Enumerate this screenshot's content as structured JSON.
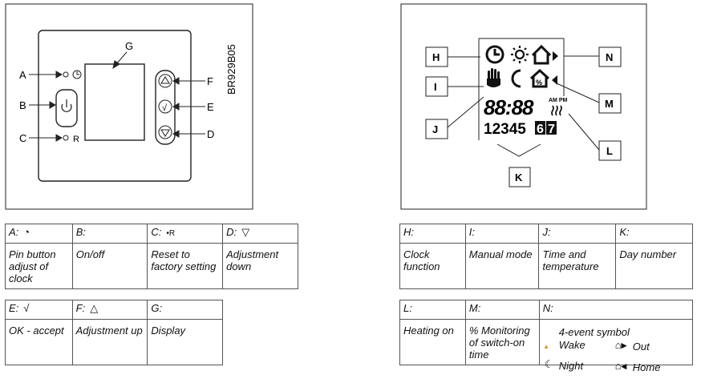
{
  "device_diagram": {
    "labels": {
      "a": "A",
      "b": "B",
      "c": "C",
      "d": "D",
      "e": "E",
      "f": "F",
      "g": "G"
    },
    "side_code": "BR929B05",
    "reset_mark": "R"
  },
  "display_diagram": {
    "labels": {
      "h": "H",
      "i": "I",
      "j": "J",
      "k": "K",
      "l": "L",
      "m": "M",
      "n": "N"
    },
    "lcd": {
      "clock_digits": "88:88",
      "am_pm": "AM PM",
      "day_numbers": "12345",
      "day_inverted": [
        "6",
        "7"
      ]
    }
  },
  "table_left_1": {
    "headers": [
      "A:",
      "B:",
      "C:",
      "D:"
    ],
    "cells": [
      "Pin button adjust of clock",
      "On/off",
      "Reset to factory setting",
      "Adjustment down"
    ]
  },
  "table_left_2": {
    "headers": [
      "E:",
      "F:",
      "G:"
    ],
    "cells": [
      "OK - accept",
      "Adjustment up",
      "Display"
    ]
  },
  "table_right_1": {
    "headers": [
      "H:",
      "I:",
      "J:",
      "K:"
    ],
    "cells": [
      "Clock function",
      "Manual mode",
      "Time and temperature",
      "Day number"
    ]
  },
  "table_right_2": {
    "headers": [
      "L:",
      "M:",
      "N:"
    ],
    "cells": [
      "Heating on",
      "% Monitoring of switch-on time"
    ],
    "n_cell": {
      "title": "4-event symbol",
      "wake": "Wake",
      "out": "Out",
      "night": "Night",
      "home": "Home"
    }
  }
}
